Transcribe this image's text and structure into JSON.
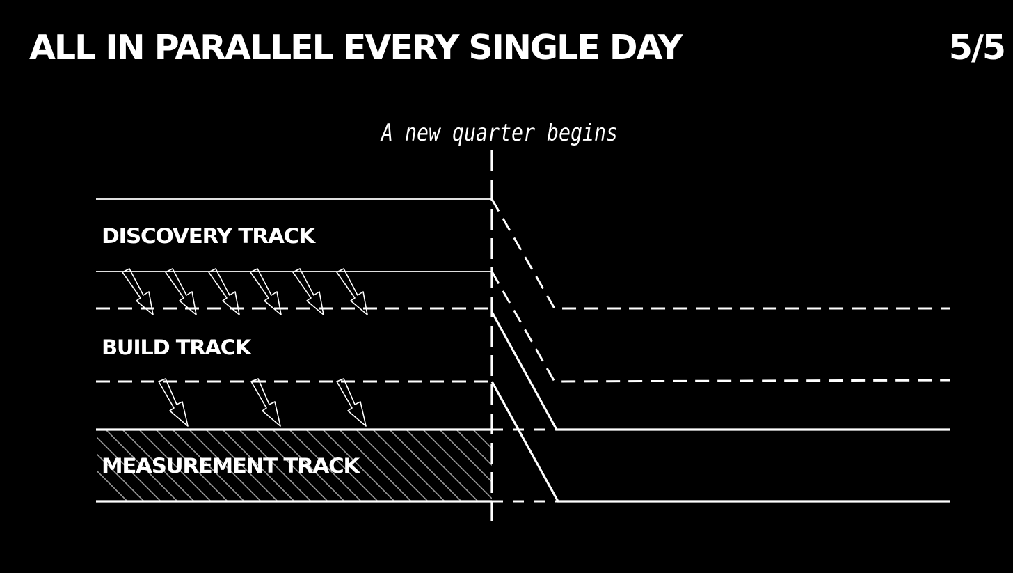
{
  "title": "ALL IN PARALLEL EVERY SINGLE DAY",
  "page_counter": "5/5",
  "marker": {
    "label": "A new quarter begins"
  },
  "tracks": [
    {
      "label": "DISCOVERY TRACK"
    },
    {
      "label": "BUILD TRACK"
    },
    {
      "label": "MEASUREMENT TRACK"
    }
  ],
  "colors": {
    "background": "#000000",
    "foreground": "#ffffff",
    "hatch": "#9a9a9a"
  }
}
